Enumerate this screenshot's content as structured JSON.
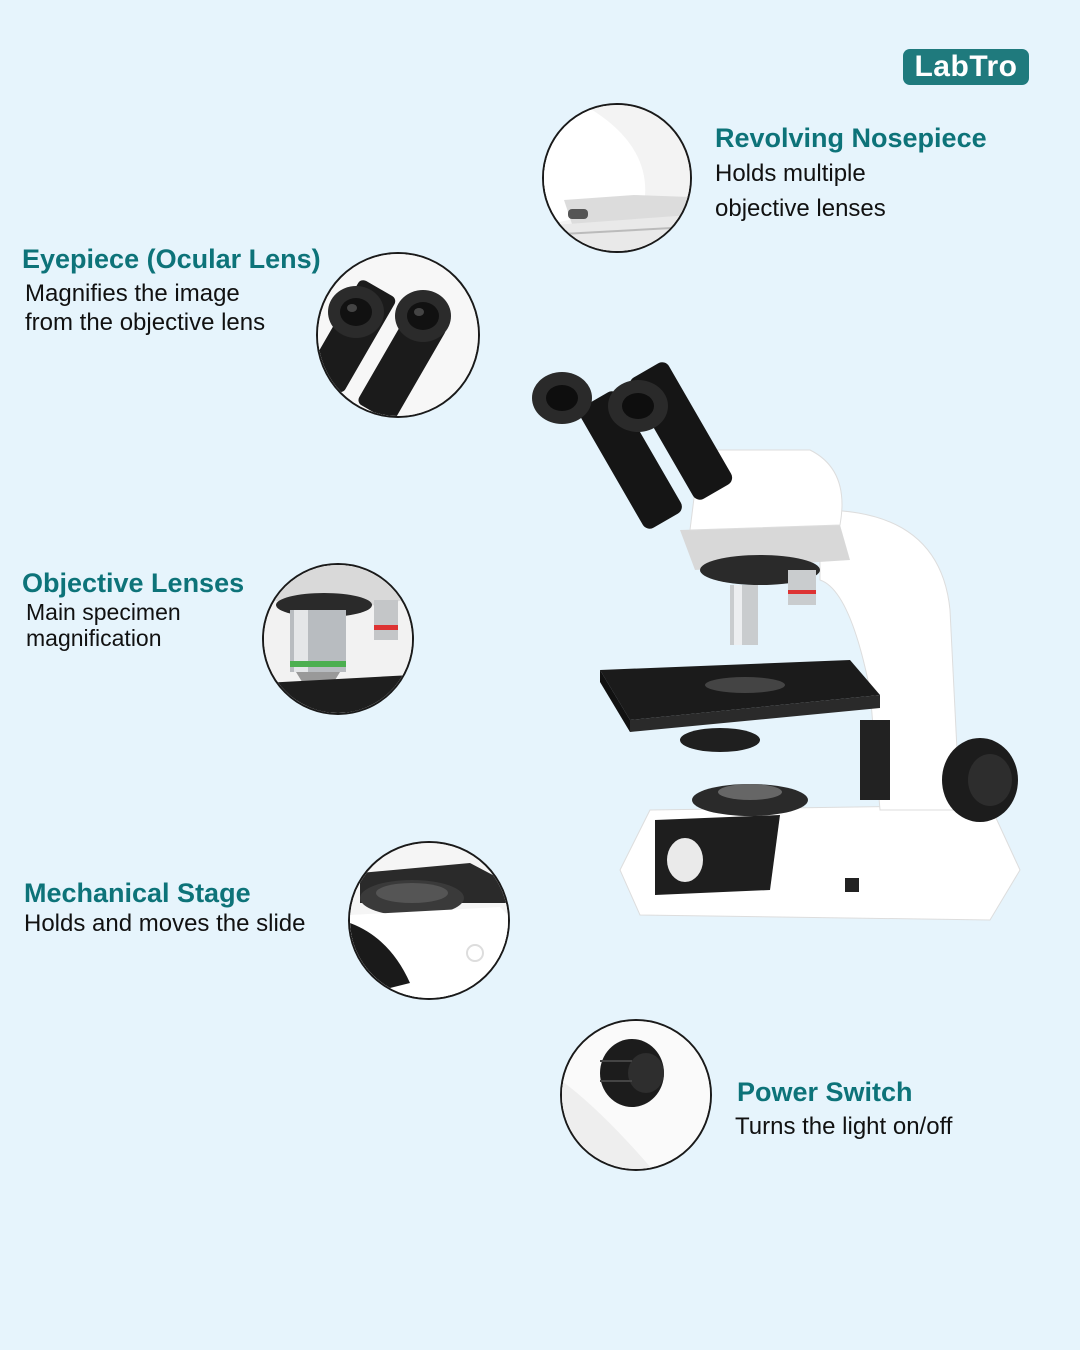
{
  "brand": {
    "logo_text": "LabTro",
    "accent_color": "#0d7379",
    "logo_bg": "#1f7a7d"
  },
  "parts": [
    {
      "id": "nosepiece",
      "title": "Revolving Nosepiece",
      "description": "Holds multiple\nobjective lenses"
    },
    {
      "id": "eyepiece",
      "title": "Eyepiece (Ocular Lens)",
      "description": "Magnifies the image\nfrom the objective lens"
    },
    {
      "id": "objective",
      "title": "Objective Lenses",
      "description": "Main specimen\nmagnification"
    },
    {
      "id": "stage",
      "title": "Mechanical Stage",
      "description": "Holds and moves the slide"
    },
    {
      "id": "power",
      "title": "Power Switch",
      "description": "Turns the light on/off"
    }
  ]
}
